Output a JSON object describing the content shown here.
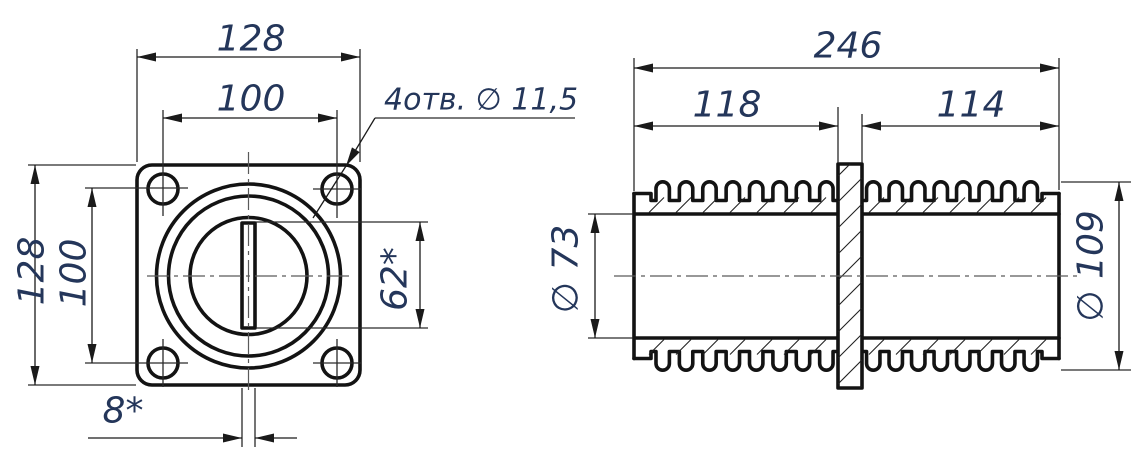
{
  "drawing": {
    "left_view": {
      "width_total": "128",
      "width_holes": "100",
      "height_total": "128",
      "height_holes": "100",
      "slot_height": "62*",
      "slot_width": "8*",
      "holes_note": "4отв. ∅ 11,5"
    },
    "right_view": {
      "length_total": "246",
      "length_left": "118",
      "length_right": "114",
      "bore_diameter": "∅ 73",
      "outer_diameter": "∅ 109"
    },
    "colors": {
      "outline": "#131313",
      "thin_line": "#2a2a2a",
      "centerline": "#5a5a5a",
      "dimension_text": "#24365a"
    }
  }
}
